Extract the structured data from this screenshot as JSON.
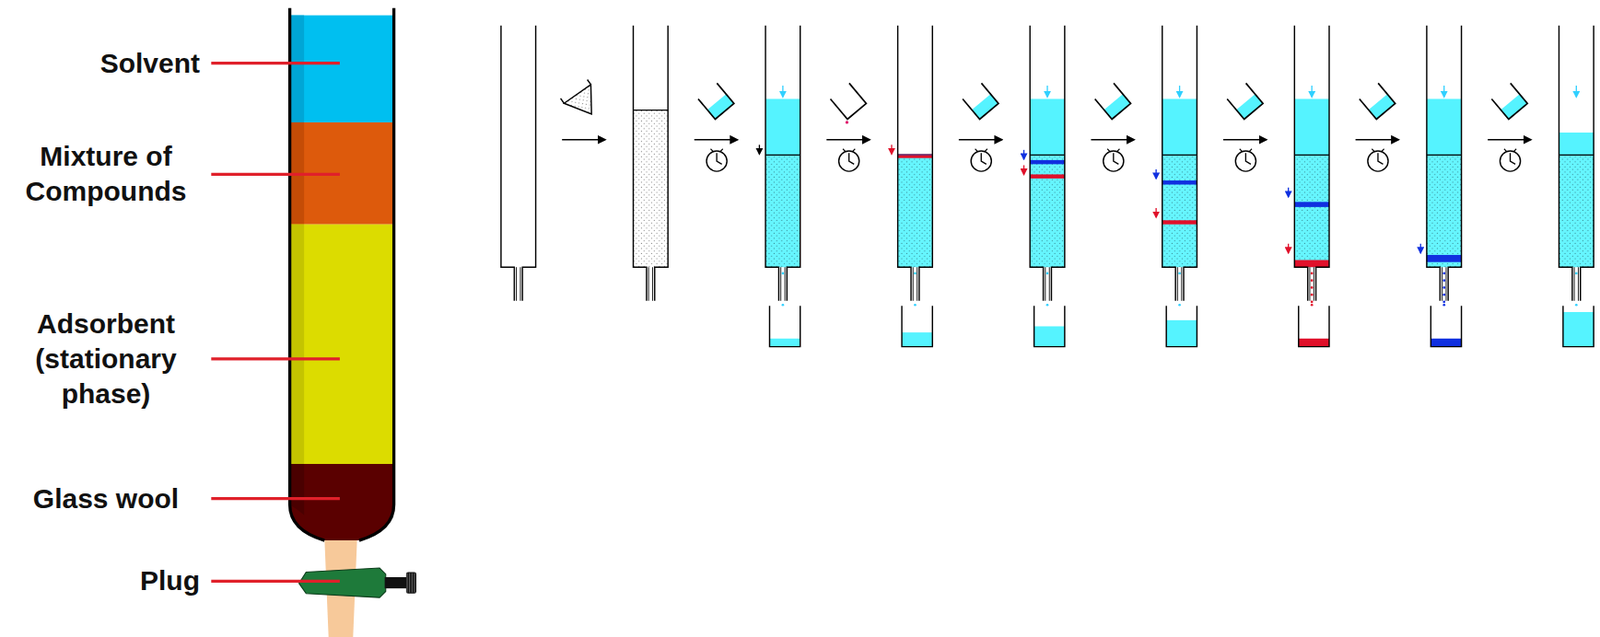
{
  "diagram": {
    "labels": [
      "Solvent",
      "Mixture of Compounds",
      "Adsorbent (stationary phase)",
      "Glass wool",
      "Plug"
    ]
  }
}
